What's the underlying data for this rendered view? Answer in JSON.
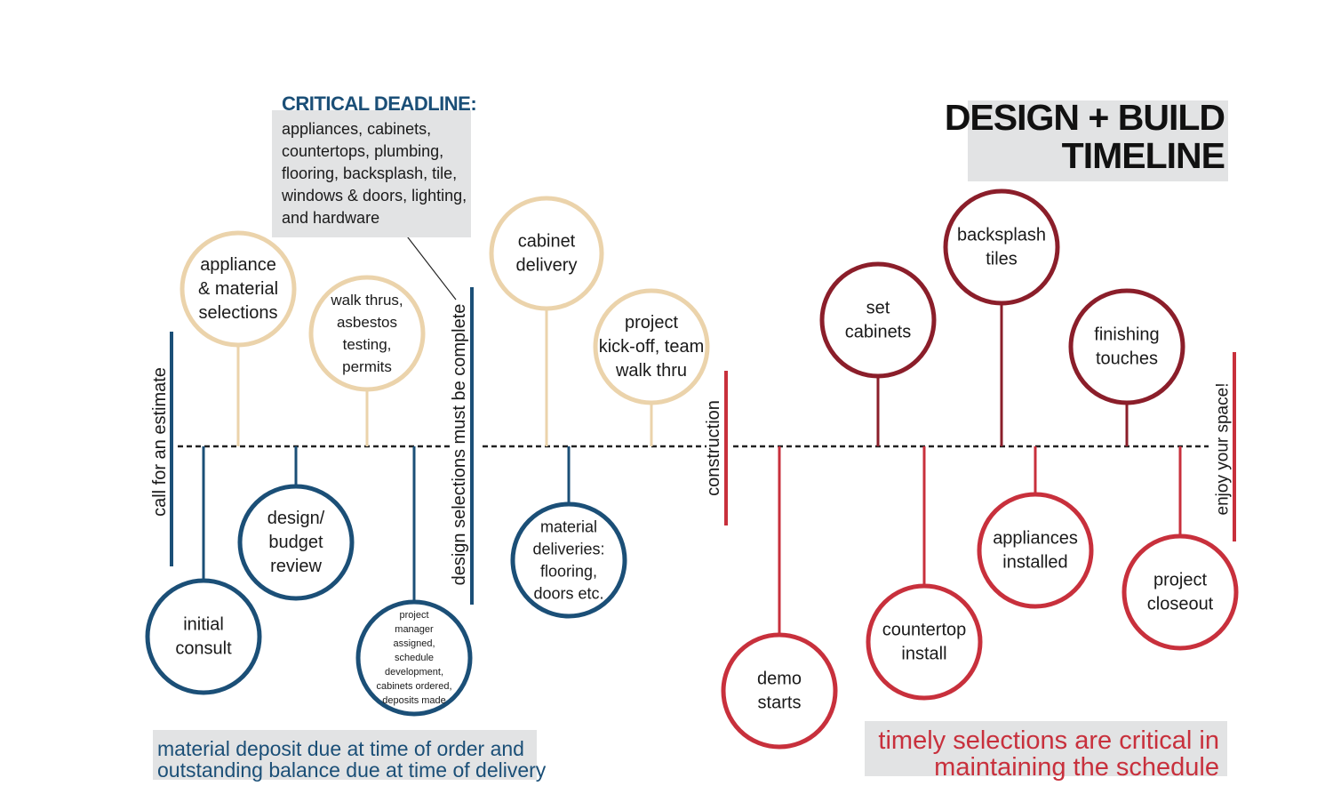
{
  "title": {
    "line1": "DESIGN + BUILD",
    "line2": "TIMELINE"
  },
  "critical": {
    "heading": "CRITICAL DEADLINE:",
    "lines": [
      "appliances, cabinets,",
      "countertops, plumbing,",
      "flooring, backsplash, tile,",
      "windows & doors, lighting,",
      "and hardware"
    ]
  },
  "colors": {
    "tan": "#ebd3ab",
    "blue": "#1b4f77",
    "dark_red": "#8b1e2a",
    "red": "#c8303c",
    "gray_box": "#e2e3e4"
  },
  "milestones": [
    {
      "label": "call for an estimate"
    },
    {
      "label": "design selections must be complete"
    },
    {
      "label": "construction"
    },
    {
      "label": "enjoy your space!"
    }
  ],
  "steps": [
    {
      "lines": [
        "appliance",
        "& material",
        "selections"
      ]
    },
    {
      "lines": [
        "walk thrus,",
        "asbestos",
        "testing,",
        "permits"
      ]
    },
    {
      "lines": [
        "cabinet",
        "delivery"
      ]
    },
    {
      "lines": [
        "project",
        "kick-off, team",
        "walk thru"
      ]
    },
    {
      "lines": [
        "initial",
        "consult"
      ]
    },
    {
      "lines": [
        "design/",
        "budget",
        "review"
      ]
    },
    {
      "lines": [
        "project",
        "manager",
        "assigned,",
        "schedule",
        "development,",
        "cabinets ordered,",
        "deposits made"
      ]
    },
    {
      "lines": [
        "material",
        "deliveries:",
        "flooring,",
        "doors etc."
      ]
    },
    {
      "lines": [
        "set",
        "cabinets"
      ]
    },
    {
      "lines": [
        "backsplash",
        "tiles"
      ]
    },
    {
      "lines": [
        "finishing",
        "touches"
      ]
    },
    {
      "lines": [
        "demo",
        "starts"
      ]
    },
    {
      "lines": [
        "countertop",
        "install"
      ]
    },
    {
      "lines": [
        "appliances",
        "installed"
      ]
    },
    {
      "lines": [
        "project",
        "closeout"
      ]
    }
  ],
  "notes": {
    "deposit": [
      "material deposit due at time of order and",
      "outstanding balance due at time of delivery"
    ],
    "timely": [
      "timely selections are critical in",
      "maintaining the schedule"
    ]
  }
}
